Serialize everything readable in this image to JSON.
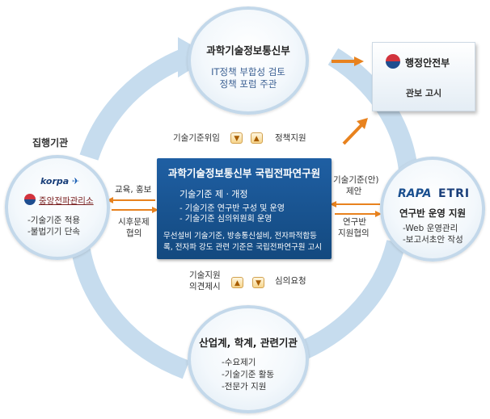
{
  "center": {
    "title": "과학기술정보통신부 국립전파연구원",
    "section_title": "기술기준 제ㆍ개정",
    "items": [
      "- 기술기준 연구반 구성 및 운영",
      "- 기술기준 심의위원회 운영"
    ],
    "note": "무선설비 기술기준, 방송통신설비, 전자파적합등록, 전자파 강도 관련 기준은 국립전파연구원 고시"
  },
  "top": {
    "title": "과학기술정보통신부",
    "lines": [
      "IT정책 부합성 검토",
      "정책 포럼 주관"
    ]
  },
  "right_top": {
    "ministry": "행정안전부",
    "label": "관보 고시"
  },
  "left": {
    "heading": "집행기관",
    "logo_en": "korpa",
    "logo_ko": "중앙전파관리소",
    "items": [
      "-기술기준 적용",
      "-불법기기 단속"
    ]
  },
  "right": {
    "logo1": "RAPA",
    "logo2": "ETRI",
    "title": "연구반 운영 지원",
    "items": [
      "-Web 운영관리",
      "-보고서초안 작성"
    ]
  },
  "bottom": {
    "title": "산업계, 학계, 관련기관",
    "items": [
      "-수요제기",
      "-기술기준 활동",
      "-전문가 지원"
    ]
  },
  "flows": {
    "top_left": "기술기준위임",
    "top_right": "정책지원",
    "left_top": "교육, 홍보",
    "left_bottom": [
      "시후문제",
      "협의"
    ],
    "right_top": [
      "기술기준(안)",
      "제안"
    ],
    "right_bottom": [
      "연구반",
      "지원협의"
    ],
    "bottom_left": [
      "기술지원",
      "의견제시"
    ],
    "bottom_right": "심의요청"
  },
  "colors": {
    "cycle_arrow": "#c6dcee",
    "center_box": "#1a5595",
    "orange_arrow": "#e8821e",
    "accent_text": "#3a5f92"
  }
}
